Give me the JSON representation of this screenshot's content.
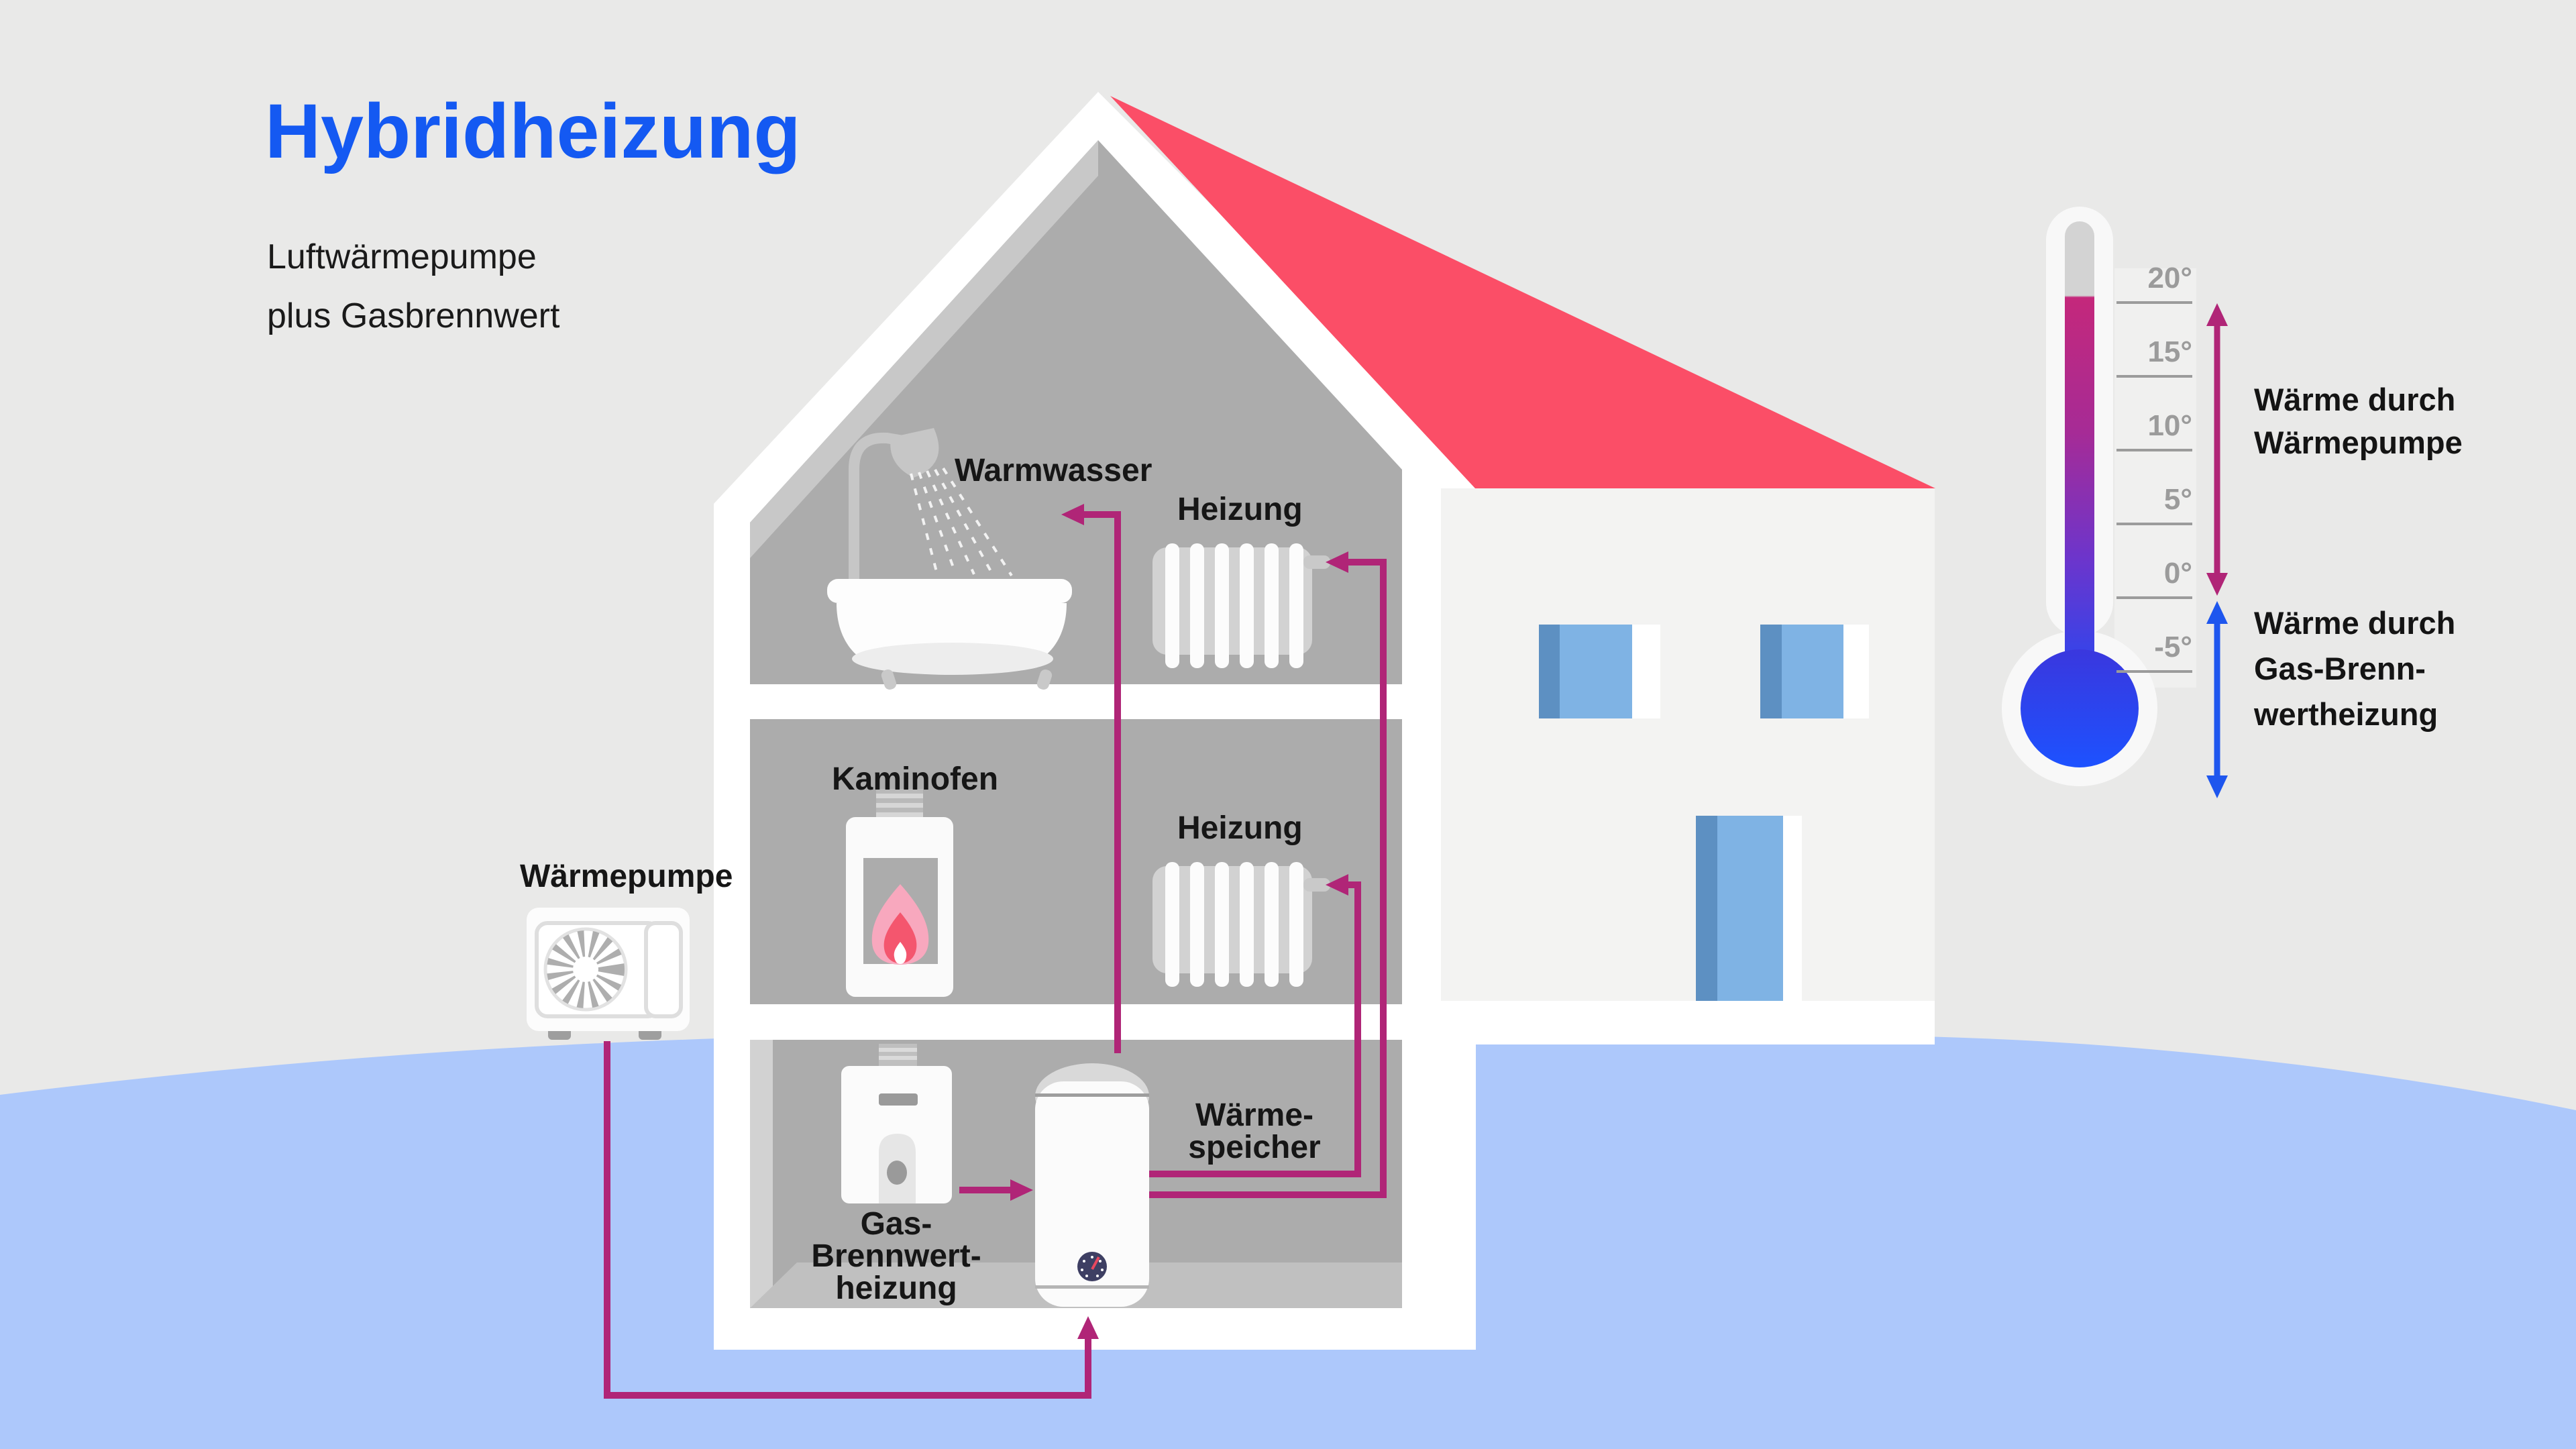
{
  "title": {
    "text": "Hybridheizung",
    "subtitle_line1": "Luftwärmepumpe",
    "subtitle_line2": "plus Gasbrennwert"
  },
  "labels": {
    "heat_pump": "Wärmepumpe",
    "warm_water": "Warmwasser",
    "heating_top": "Heizung",
    "heating_mid": "Heizung",
    "stove": "Kaminofen",
    "gas_line1": "Gas-",
    "gas_line2": "Brennwert-",
    "gas_line3": "heizung",
    "storage_line1": "Wärme-",
    "storage_line2": "speicher"
  },
  "thermometer": {
    "ticks": [
      {
        "label": "20°"
      },
      {
        "label": "15°"
      },
      {
        "label": "10°"
      },
      {
        "label": "5°"
      },
      {
        "label": "0°"
      },
      {
        "label": "-5°"
      }
    ],
    "legend_pump_line1": "Wärme durch",
    "legend_pump_line2": "Wärmepumpe",
    "legend_gas_line1": "Wärme durch",
    "legend_gas_line2": "Gas-Brenn-",
    "legend_gas_line3": "wertheizung"
  },
  "colors": {
    "title_blue": "#1459F2",
    "roof": "#FB4E67",
    "pipe": "#B02577",
    "arrow_blue": "#1E56EE",
    "ground": "#ADC8FB",
    "window_blue": "#7FB3E4",
    "window_dark": "#5D90C2",
    "background": "#E9E9E8",
    "interior_gray": "#ACACAC",
    "flame_outer": "#F8A8BE",
    "flame_inner": "#F4566E"
  }
}
